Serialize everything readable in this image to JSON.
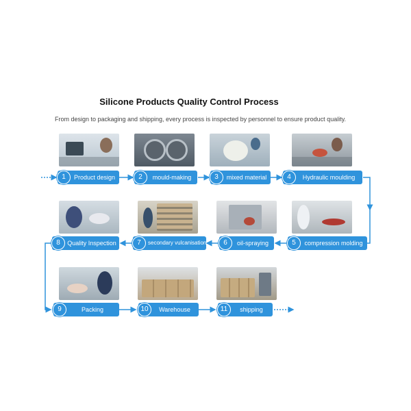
{
  "title": "Silicone Products Quality Control Process",
  "subtitle": "From design to packaging and shipping, every process is inspected by personnel to ensure product quality.",
  "accent_color": "#2f93dc",
  "steps": [
    {
      "number": "1",
      "label": "Product design",
      "photo": "design-office-photo"
    },
    {
      "number": "2",
      "label": "mould-making",
      "photo": "mould-photo"
    },
    {
      "number": "3",
      "label": "mixed material",
      "photo": "material-rolls-photo"
    },
    {
      "number": "4",
      "label": "Hydraulic moulding",
      "photo": "hydraulic-press-photo"
    },
    {
      "number": "5",
      "label": "compression molding",
      "photo": "compression-molding-photo"
    },
    {
      "number": "6",
      "label": "oil-spraying",
      "photo": "oil-spraying-photo"
    },
    {
      "number": "7",
      "label": "secondary vulcanisation",
      "photo": "vulcanisation-rack-photo"
    },
    {
      "number": "8",
      "label": "Quality Inspection",
      "photo": "inspection-photo"
    },
    {
      "number": "9",
      "label": "Packing",
      "photo": "packing-photo"
    },
    {
      "number": "10",
      "label": "Warehouse",
      "photo": "warehouse-photo"
    },
    {
      "number": "11",
      "label": "shipping",
      "photo": "shipping-photo"
    }
  ]
}
